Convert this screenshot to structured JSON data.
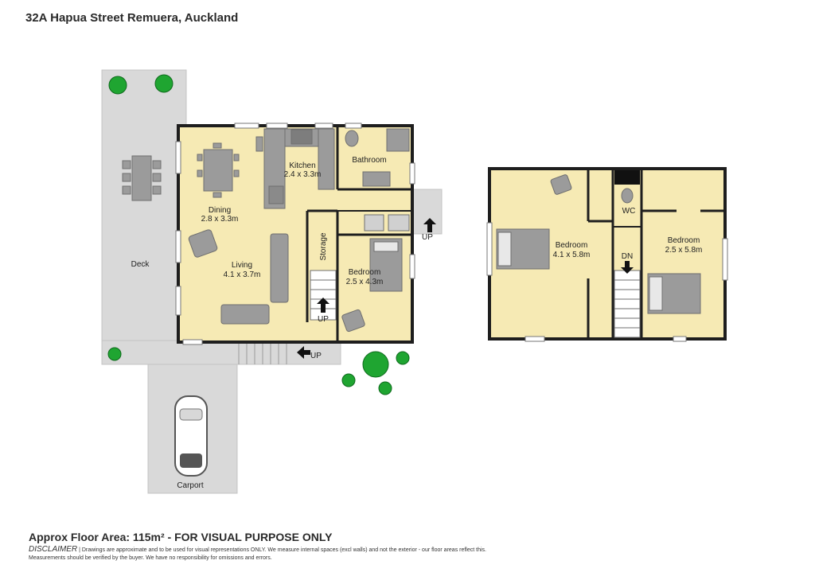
{
  "header": {
    "address": "32A Hapua Street Remuera, Auckland"
  },
  "rooms": {
    "deck": {
      "label": "Deck"
    },
    "carport": {
      "label": "Carport"
    },
    "dining": {
      "label": "Dining",
      "size": "2.8 x 3.3m"
    },
    "kitchen": {
      "label": "Kitchen",
      "size": "2.4 x 3.3m"
    },
    "bathroom": {
      "label": "Bathroom"
    },
    "living": {
      "label": "Living",
      "size": "4.1 x 3.7m"
    },
    "storage": {
      "label": "Storage"
    },
    "bedroom_ground": {
      "label": "Bedroom",
      "size": "2.5 x 4.3m"
    },
    "bedroom_upper_left": {
      "label": "Bedroom",
      "size": "4.1 x 5.8m"
    },
    "bedroom_upper_right": {
      "label": "Bedroom",
      "size": "2.5 x 5.8m"
    },
    "wc": {
      "label": "WC"
    }
  },
  "stairs": {
    "up": "UP",
    "down": "DN"
  },
  "footer": {
    "area": "Approx Floor Area: 115m² - FOR VISUAL PURPOSE ONLY",
    "disclaimer_label": "DISCLAIMER",
    "disclaimer_text": "| Drawings are approximate and to be used for visual representations ONLY. We measure internal spaces (excl walls) and not the exterior - our floor areas reflect this. Measurements should be verified by the buyer. We have no responsibility for omissions and errors."
  },
  "colors": {
    "room_fill": "#f6eab4",
    "wall": "#1e1e1e",
    "deck_fill": "#d9d9d9",
    "furniture": "#9b9b9b",
    "plant": "#1fa531"
  }
}
